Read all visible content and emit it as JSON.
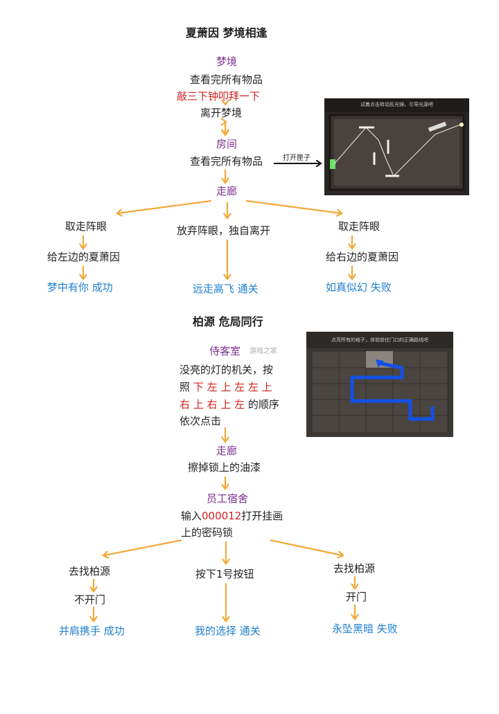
{
  "section1": {
    "title": "夏萧因 梦境相逢",
    "dream": "梦境",
    "dream_step1": "查看完所有物品",
    "dream_step2": "敲三下钟叩拜一下",
    "dream_step3": "离开梦境",
    "room": "房间",
    "room_step": "查看完所有物品",
    "open_box_label": "打开匣子",
    "corridor": "走廊",
    "left_step1": "取走阵眼",
    "left_step2": "给左边的夏萧因",
    "left_ending": "梦中有你 成功",
    "mid_step1": "放弃阵眼，独自离开",
    "mid_ending": "远走高飞 通关",
    "right_step1": "取走阵眼",
    "right_step2": "给右边的夏萧因",
    "right_ending": "如真似幻 失败",
    "screenshot_caption": "试着点击转动反光镜，引导光源吧"
  },
  "section2": {
    "title": "柏源 危局同行",
    "waiting_room": "侍客室",
    "watermark": "游戏之家",
    "instr_line1": "没亮的灯的机关，按",
    "instr_line2_prefix": "照",
    "instr_line2_seq": "下 左 上 左 左 上",
    "instr_line3_seq": "右 上 右 上 左",
    "instr_line3_suffix": "的顺序",
    "instr_line4": "依次点击",
    "corridor": "走廊",
    "corridor_step": "擦掉锁上的油漆",
    "dorm": "员工宿舍",
    "dorm_prefix": "输入",
    "dorm_code": "000012",
    "dorm_suffix": "打开挂画",
    "dorm_line2": "上的密码锁",
    "left_step1": "去找柏源",
    "left_step2": "不开门",
    "left_ending": "并肩携手 成功",
    "mid_step1": "按下1号按钮",
    "mid_ending": "我的选择 通关",
    "right_step1": "去找柏源",
    "right_step2": "开门",
    "right_ending": "永坠黑暗 失败",
    "screenshot_caption": "点亮所有的格子，体验前往门口的正确路线吧"
  },
  "colors": {
    "arrow": "#f4a838",
    "purple": "#7b2e8e",
    "red": "#d3201f",
    "blue": "#1e7fd0",
    "path_blue": "#1450e6"
  }
}
